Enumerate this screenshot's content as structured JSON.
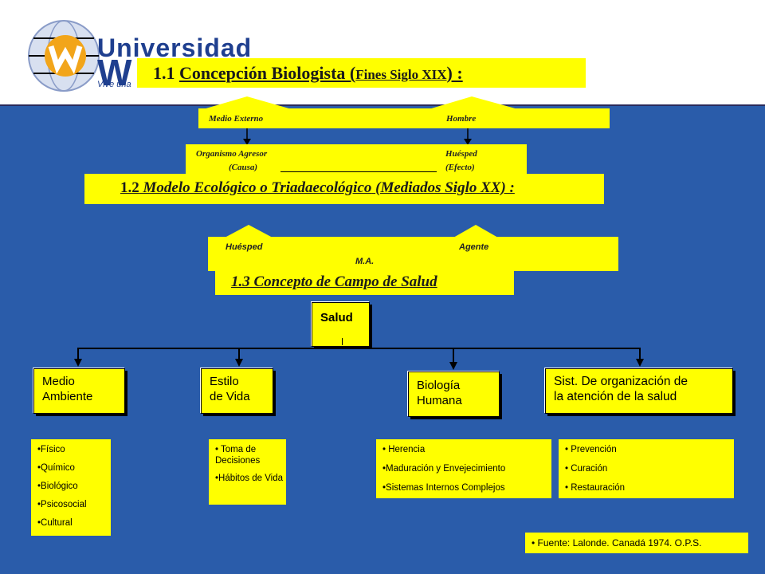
{
  "logo": {
    "line1": "Universidad",
    "line2": "W",
    "tagline": "Vive una"
  },
  "section1": {
    "number": "1.1",
    "title": "Concepción Biologista (",
    "subtitle": "Fines Siglo XIX",
    "close": ") :"
  },
  "triad1": {
    "left": "Medio Externo",
    "right": "Hombre"
  },
  "agent_box": {
    "left_top": "Organismo Agresor",
    "left_bottom": "(Causa)",
    "right_top": "Huésped",
    "right_bottom": "(Efecto)"
  },
  "section2": {
    "number": "1.2",
    "title": "Modelo Ecológico o Triadaecológico",
    "subtitle": "(Mediados Siglo XX) :"
  },
  "triad2": {
    "left": "Huésped",
    "right": "Agente",
    "bottom": "M.A."
  },
  "section3": {
    "title": "1.3 Concepto de Campo de Salud"
  },
  "root": {
    "label": "Salud"
  },
  "categories": [
    {
      "label_1": "Medio",
      "label_2": "Ambiente"
    },
    {
      "label_1": "Estilo",
      "label_2": "de Vida"
    },
    {
      "label_1": "Biología",
      "label_2": "Humana"
    },
    {
      "label_1": "Sist. De organización de",
      "label_2": "la atención de la salud"
    }
  ],
  "lists": {
    "medio": [
      "•Físico",
      "•Químico",
      "•Biológico",
      "•Psicosocial",
      "•Cultural"
    ],
    "estilo": [
      "• Toma de Decisiones",
      "•Hábitos de Vida"
    ],
    "biologia": [
      "• Herencia",
      "•Maduración y Envejecimiento",
      "•Sistemas Internos Complejos"
    ],
    "sistema": [
      "• Prevención",
      "• Curación",
      "• Restauración"
    ]
  },
  "source": {
    "text": "• Fuente: Lalonde. Canadá 1974. O.P.S."
  },
  "colors": {
    "background": "#2a5caa",
    "box": "#ffff00",
    "logo_blue": "#1f3f8f",
    "logo_orange": "#f2a51a"
  }
}
